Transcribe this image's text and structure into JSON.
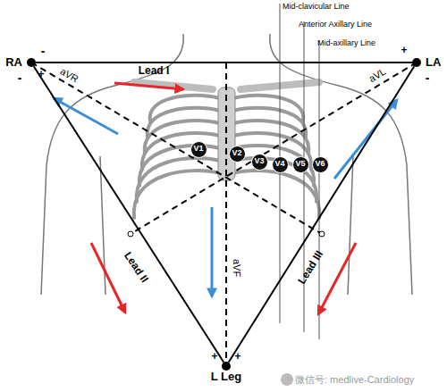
{
  "diagram": {
    "nodes": [
      {
        "text": [
          "RA"
        ]
      },
      {
        "text": [
          "LA"
        ]
      },
      {
        "text": [
          "V1"
        ]
      },
      {
        "text": [
          "V2"
        ]
      },
      {
        "text": [
          "V3"
        ]
      },
      {
        "text": [
          "V4"
        ]
      },
      {
        "text": [
          "V5"
        ]
      },
      {
        "text": [
          "V6"
        ]
      },
      {
        "text": [
          "L Leg"
        ]
      }
    ],
    "edges": [
      {
        "from": 0,
        "to": 1,
        "arrow": "none",
        "label": "Lead I"
      },
      {
        "from": 0,
        "to": 8,
        "arrow": "none",
        "label": "Lead II"
      },
      {
        "from": 1,
        "to": 8,
        "arrow": "none",
        "label": "Lead III"
      }
    ],
    "labels": [
      "Mid-clavicular Line",
      "Anterior Axillary Line",
      "Mid-axillary Line",
      "-",
      "-",
      "+",
      "aVR",
      "+",
      "aVL",
      "-",
      "aVF",
      "+",
      "+",
      "微信号: medlive-Cardiology"
    ]
  }
}
